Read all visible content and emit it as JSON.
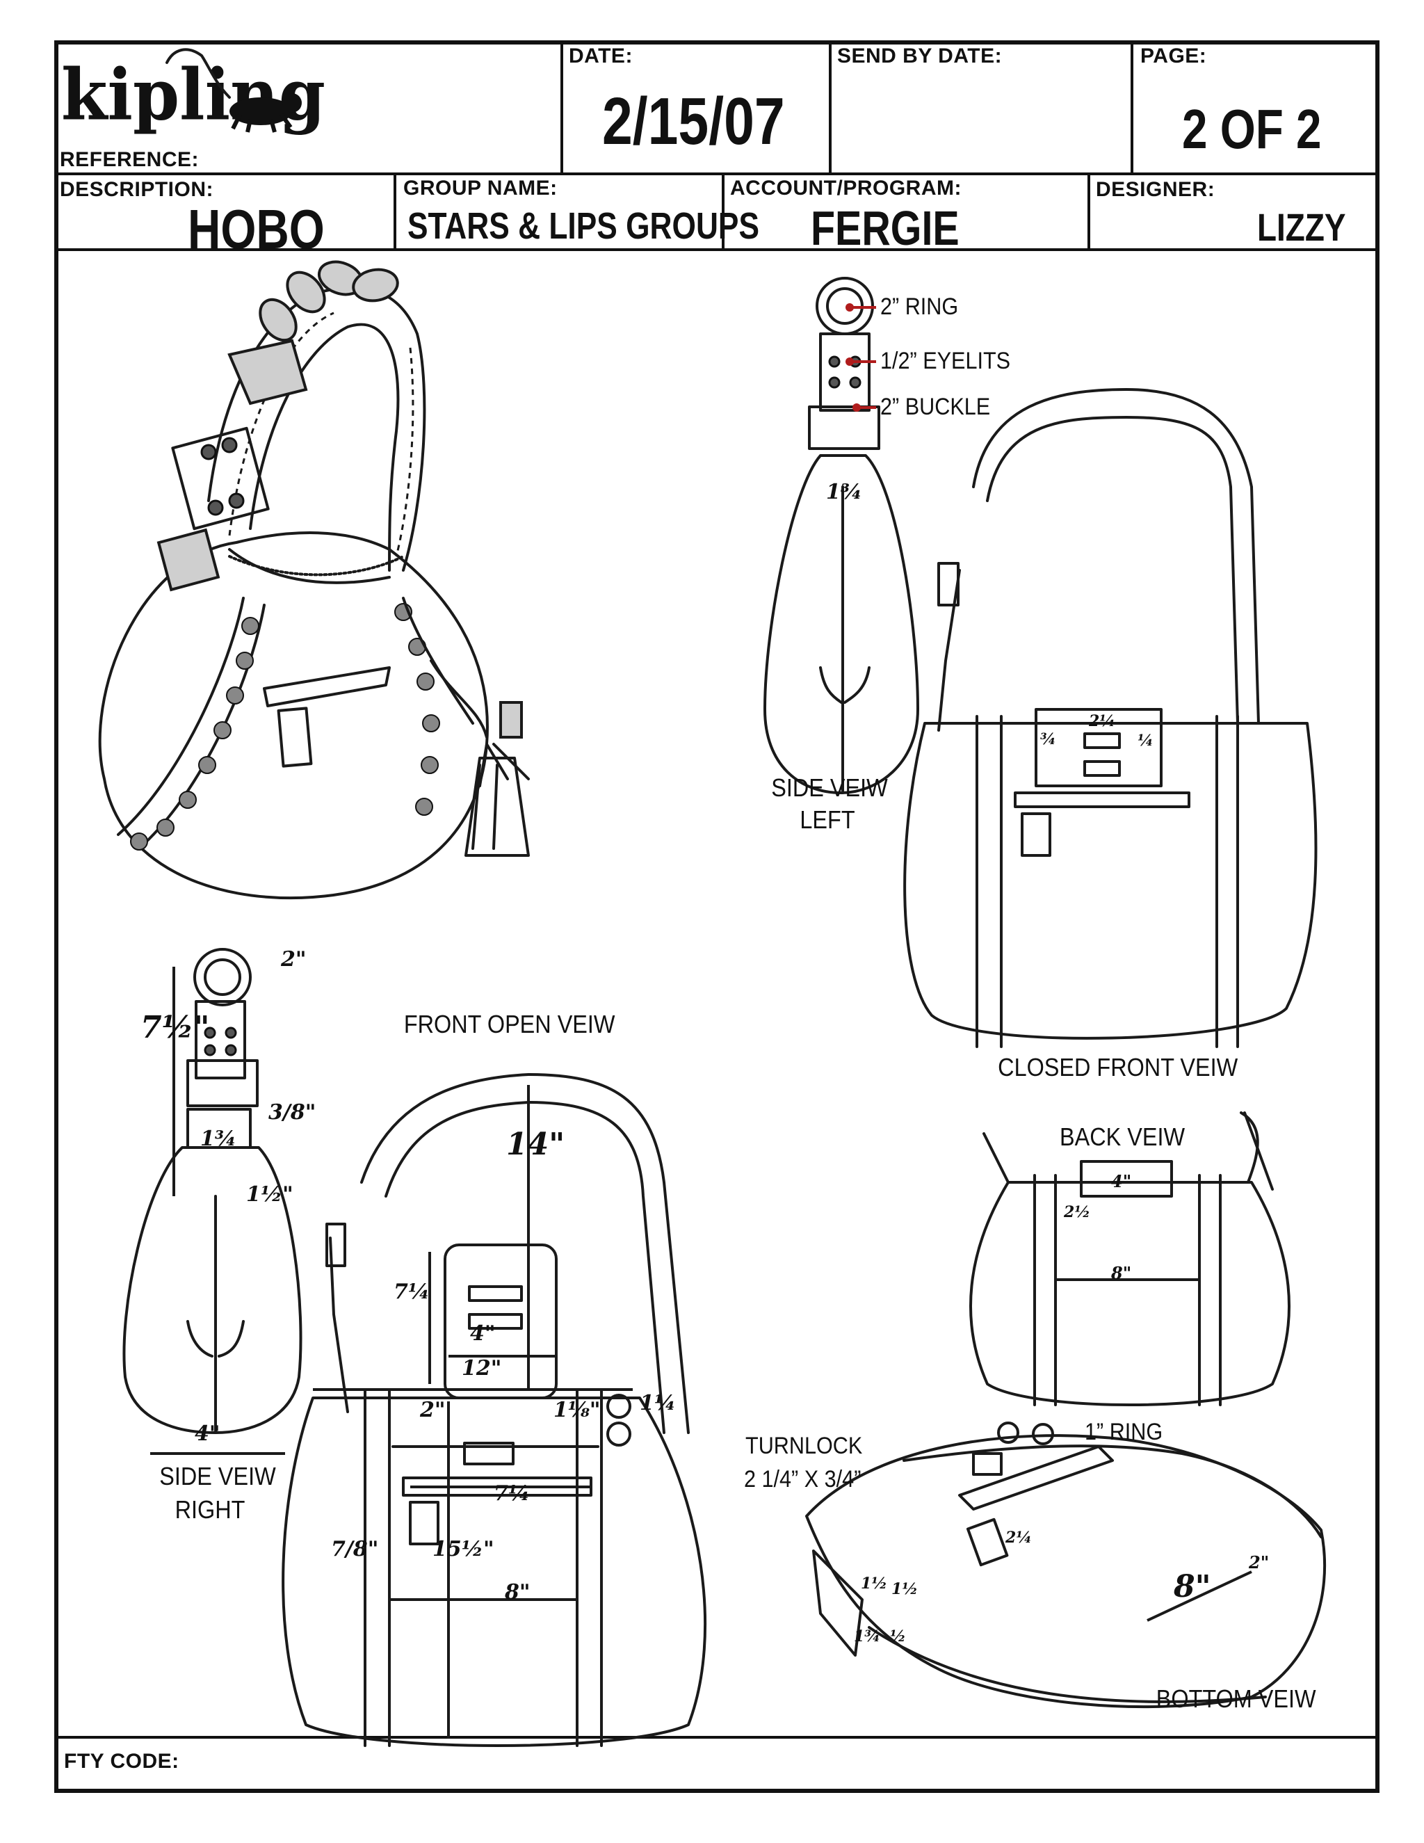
{
  "header": {
    "brand": "kipling",
    "reference_label": "REFERENCE:",
    "date_label": "DATE:",
    "date_value": "2/15/07",
    "send_by_label": "SEND BY  DATE:",
    "page_label": "PAGE:",
    "page_value": "2 OF 2",
    "description_label": "DESCRIPTION:",
    "description_value": "HOBO",
    "group_label": "GROUP NAME:",
    "group_value": "STARS & LIPS GROUPS",
    "account_label": "ACCOUNT/PROGRAM:",
    "account_value": "FERGIE",
    "designer_label": "DESIGNER:",
    "designer_value": "LIZZY"
  },
  "footer": {
    "fty_code_label": "FTY CODE:"
  },
  "callouts": {
    "ring": "2” RING",
    "eyelits": "1/2” EYELITS",
    "buckle": "2” BUCKLE",
    "turnlock_1": "TURNLOCK",
    "turnlock_2": "2 1/4” X 3/4”",
    "one_ring": "1” RING"
  },
  "captions": {
    "side_left_1": "SIDE VEIW",
    "side_left_2": "LEFT",
    "closed_front": "CLOSED FRONT VEIW",
    "front_open": "FRONT OPEN VEIW",
    "back": "BACK VEIW",
    "side_right_1": "SIDE VEIW",
    "side_right_2": "RIGHT",
    "bottom": "BOTTOM VEIW"
  },
  "dimensions": {
    "side_left_strap": "1¾",
    "closed_turnlock_w": "2¼",
    "closed_turnlock_h": "¾",
    "closed_turnlock_gap": "¼",
    "side_right_ring": "2\"",
    "side_right_height": "7½\"",
    "side_right_gap": "3/8\"",
    "side_right_strap": "1¾",
    "side_right_width": "1½\"",
    "side_right_base": "4\"",
    "front_handle": "14\"",
    "front_flap_h": "7¼",
    "front_flap_w": "4\"",
    "front_top_w": "12\"",
    "front_band": "2\"",
    "front_band_r": "1⅛\"",
    "front_ring": "1¼",
    "front_zip": "7¼",
    "front_side": "7/8\"",
    "front_height": "15½\"",
    "front_base": "8\"",
    "back_tab": "4\"",
    "back_tab_h": "2½",
    "back_base": "8\"",
    "bottom_zip": "2¼",
    "bottom_side_a": "1½",
    "bottom_side_b": "1½",
    "bottom_side_c": "1¾",
    "bottom_side_d": "½",
    "bottom_base": "8\"",
    "bottom_corner": "2\""
  }
}
